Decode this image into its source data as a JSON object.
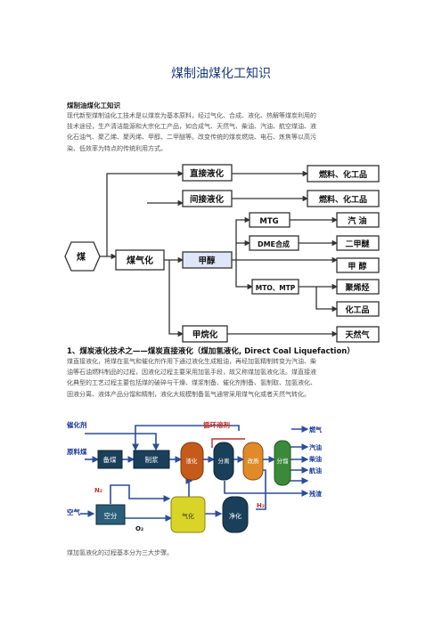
{
  "doc": {
    "title": "煤制油煤化工知识",
    "section_label": "煤制油煤化工知识",
    "intro_lines": [
      "现代新型煤制油化工技术是以煤炭为基本原料，经过气化、合成、液化、热解等煤炭利用的",
      "技术途径，生产清洁能源和大宗化工产品，如合成气、天然气、柴油、汽油、航空煤油、液",
      "化石油气、聚乙烯、聚丙烯、甲醇、二甲醚等。改变传统的煤炭燃烧、电石、炼焦等以高污",
      "染、低效率为特点的传统利用方式。"
    ],
    "heading1": "1、煤炭液化技术之——煤炭直接液化（煤加氢液化, Direct Coal Liquefaction）",
    "body_lines": [
      "煤直接液化，将煤在氢气和催化剂作用下通过液化生成粗油，再经加氢精制转变为汽油、柴",
      "油等石油燃料制品的过程，因液化过程主要采用加氢手段，故又称煤加氢液化法。煤直接液",
      "化典型的工艺过程主要包括煤的破碎与干燥、煤浆制备、催化剂制备、氢制取、加氢液化、",
      "固液分离、液体产品分馏和精制，液化大规模制备氢气通常采用煤气化或者天然气转化。"
    ],
    "closing_line": "煤加氢液化的过程基本分为三大步骤。"
  },
  "flowchart": {
    "coal": "煤",
    "gasification": "煤气化",
    "direct": "直接液化",
    "indirect": "间接液化",
    "methanol": "甲醇",
    "methanation": "甲烷化",
    "mtg": "MTG",
    "dme": "DME合成",
    "mto": "MTO、MTP",
    "products": [
      "燃料、化工品",
      "燃料、化工品",
      "汽  油",
      "二甲醚",
      "甲  醇",
      "聚烯烃",
      "化工品",
      "天然气"
    ]
  },
  "process": {
    "catalyst": "催化剂",
    "recycle_solvent": "循环溶剂",
    "raw_coal": "原料煤",
    "prep": "备煤",
    "slurry": "制浆",
    "liquefaction": "液化",
    "separation": "分离",
    "upgrading": "改质",
    "fractionation": "分馏",
    "n2": "N₂",
    "air": "空气",
    "air_separation": "空分",
    "o2": "O₂",
    "gasifier": "气化",
    "purify": "净化",
    "h2": "H₂",
    "outputs": [
      "燃气",
      "汽油",
      "柴油",
      "航油",
      "残渣"
    ]
  },
  "colors": {
    "box_border": "#333333",
    "box_fill": "#ffffff",
    "methanol_fill": "#dfe6f7",
    "dark_vessel": "#1a3f5a",
    "orange": "#d4651a",
    "green": "#3a8a3a",
    "arrow": "#2a4e9a",
    "red_text": "#c0302a"
  }
}
